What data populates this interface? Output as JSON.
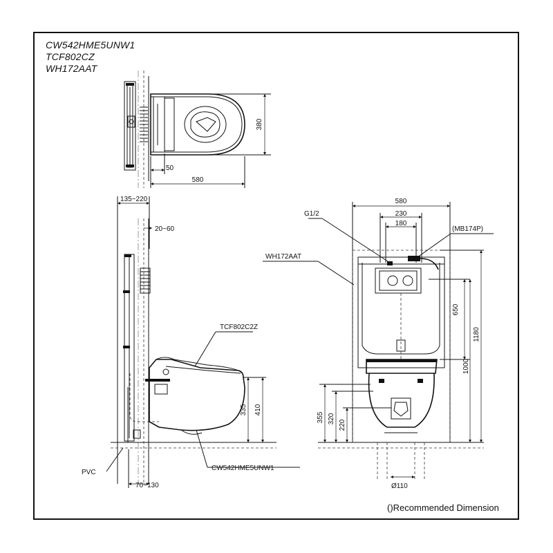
{
  "models": [
    "CW542HME5UNW1",
    "TCF802CZ",
    "WH172AAT"
  ],
  "note": "()Recommended Dimension",
  "top_view": {
    "dim_depth": "580",
    "dim_width": "380",
    "dim_offset": "50"
  },
  "side_view": {
    "dim_frame_depth": "135~220",
    "dim_gap": "20~60",
    "dim_pipe_offset": "70~130",
    "dim_height_335": "335",
    "dim_height_410": "410",
    "label_seat": "TCF802C2Z",
    "label_bowl": "CW542HME5UNW1",
    "label_pvc": "PVC"
  },
  "front_view": {
    "dim_frame_width": "580",
    "dim_230": "230",
    "dim_180": "180",
    "dim_650": "650",
    "dim_1000": "1000",
    "dim_1180": "1180",
    "dim_355": "355",
    "dim_320": "320",
    "dim_220": "220",
    "dim_pipe_dia": "Ø110",
    "label_inlet": "G1/2",
    "label_tank": "(MB174P)",
    "label_frame": "WH172AAT"
  }
}
